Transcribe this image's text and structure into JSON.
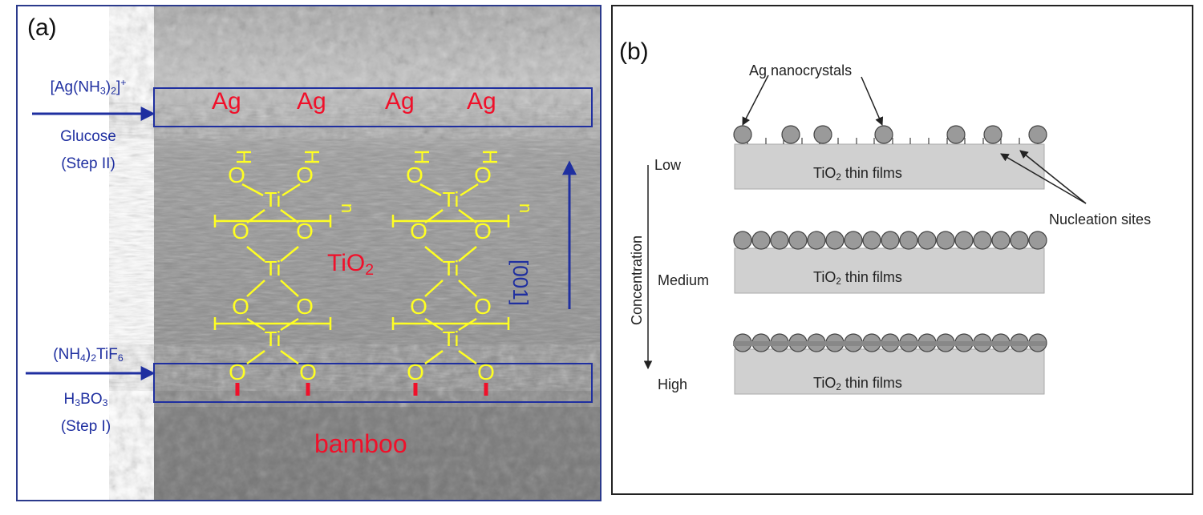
{
  "panel_a": {
    "tag": "(a)",
    "reagent_top_prefix": "[Ag(NH",
    "reagent_top_sub1": "3",
    "reagent_top_mid": ")",
    "reagent_top_sub2": "2",
    "reagent_top_suffix": "]",
    "reagent_top_sup": "+",
    "reagent_glucose": "Glucose",
    "step2": "(Step II)",
    "reagent_bottom_prefix": "(NH",
    "reagent_bottom_sub1": "4",
    "reagent_bottom_mid": ")",
    "reagent_bottom_sub2": "2",
    "reagent_bottom_suffix": "TiF",
    "reagent_bottom_sub3": "6",
    "boric_h": "H",
    "boric_sub1": "3",
    "boric_bo": "BO",
    "boric_sub2": "3",
    "step1": "(Step I)",
    "ag_labels": [
      "Ag",
      "Ag",
      "Ag",
      "Ag"
    ],
    "tio2_main": "TiO",
    "tio2_sub": "2",
    "substrate": "bamboo",
    "direction": "[001]",
    "chem": {
      "h": "H",
      "o": "O",
      "ti": "Ti",
      "n": "n"
    },
    "colors": {
      "blue": "#1f2fa0",
      "red": "#f0102a",
      "yellow": "#ffff22"
    }
  },
  "panel_b": {
    "tag": "(b)",
    "ag_nanocrystals": "Ag nanocrystals",
    "nucleation_sites": "Nucleation sites",
    "concentration": "Concentration",
    "levels": [
      "Low",
      "Medium",
      "High"
    ],
    "film_main": "TiO",
    "film_sub": "2",
    "film_suffix": " thin films"
  }
}
